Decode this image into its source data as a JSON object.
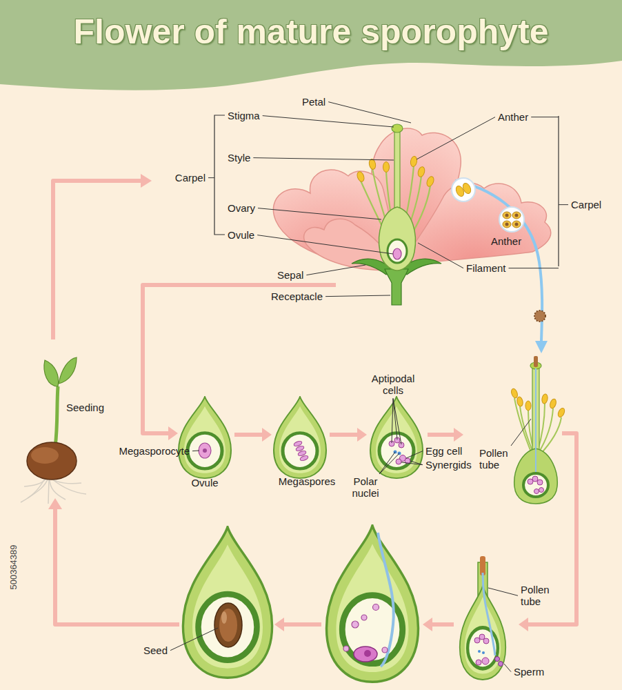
{
  "diagram": {
    "title": "Flower of mature sporophyte",
    "labels": [
      "Stigma",
      "Petal",
      "Anther",
      "Style",
      "Carpel",
      "Carpel",
      "Ovary",
      "Ovule",
      "Anther",
      "Sepal",
      "Filament",
      "Receptacle",
      "Aptipodal cells",
      "Seeding",
      "Megasporocyte",
      "Egg cell",
      "Pollen tube",
      "Synergids",
      "Polar nuclei",
      "Ovule",
      "Megaspores",
      "Pollen tube",
      "Seed",
      "Sperm",
      "500364389"
    ]
  }
}
